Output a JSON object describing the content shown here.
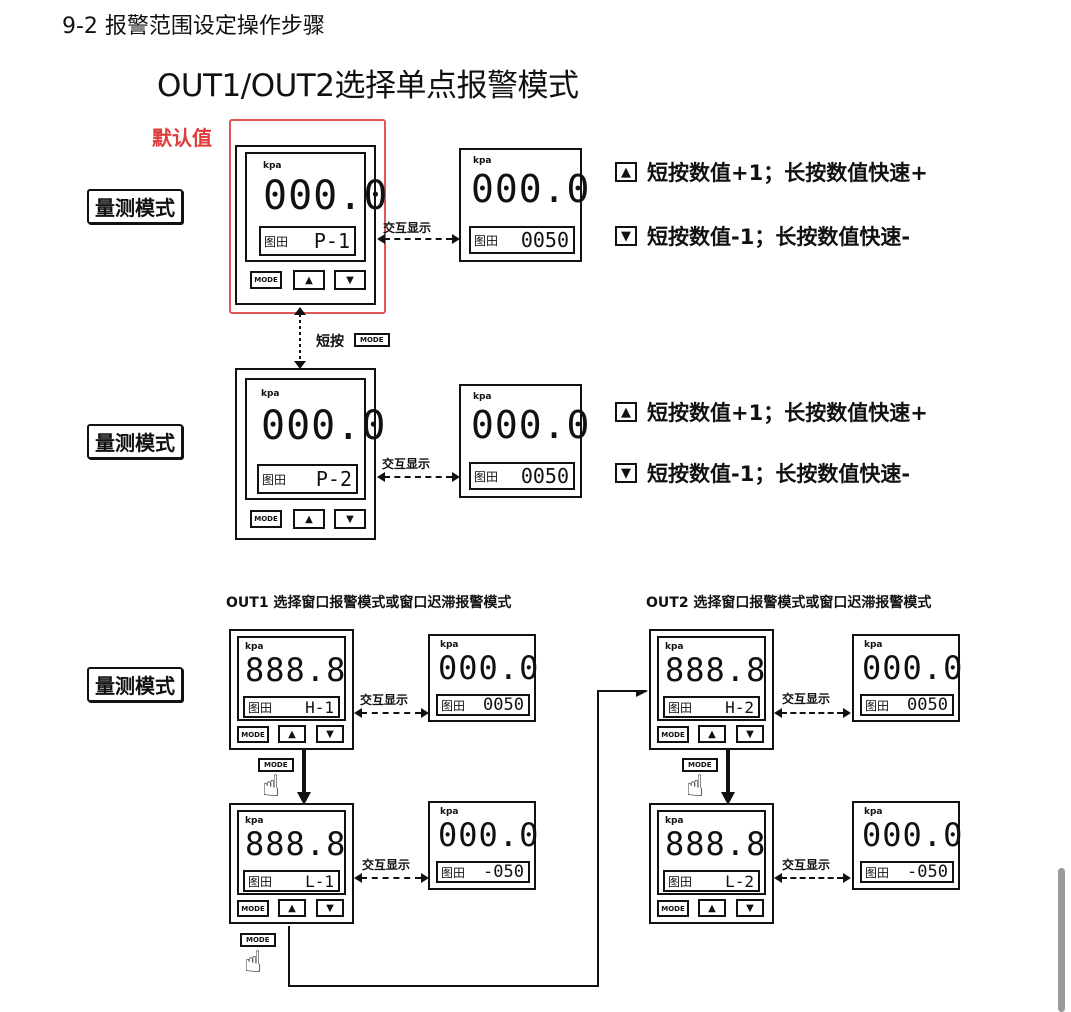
{
  "section_title": "9-2 报警范围设定操作步骤",
  "main_title": "OUT1/OUT2选择单点报警模式",
  "default_label": "默认值",
  "mode_tag": "量测模式",
  "kpa": "kpa",
  "interact_label": "交互显示",
  "short_press_label": "短按",
  "mode_btn": "MODE",
  "up_btn": "▲",
  "down_btn": "▼",
  "sub_icon": "图田",
  "legend": {
    "up": "短按数值+1；长按数值快速+",
    "down": "短按数值-1；长按数值快速-"
  },
  "top_devices": [
    {
      "main": "000.0",
      "sub": "P-1",
      "right_main": "000.0",
      "right_sub": "0050"
    },
    {
      "main": "000.0",
      "sub": "P-2",
      "right_main": "000.0",
      "right_sub": "0050"
    }
  ],
  "out1_heading": "OUT1 选择窗口报警模式或窗口迟滞报警模式",
  "out2_heading": "OUT2 选择窗口报警模式或窗口迟滞报警模式",
  "out1_devices": [
    {
      "main": "888.8",
      "sub": "H-1",
      "right_main": "000.0",
      "right_sub": "0050"
    },
    {
      "main": "888.8",
      "sub": "L-1",
      "right_main": "000.0",
      "right_sub": "-050"
    }
  ],
  "out2_devices": [
    {
      "main": "888.8",
      "sub": "H-2",
      "right_main": "000.0",
      "right_sub": "0050"
    },
    {
      "main": "888.8",
      "sub": "L-2",
      "right_main": "000.0",
      "right_sub": "-050"
    }
  ]
}
